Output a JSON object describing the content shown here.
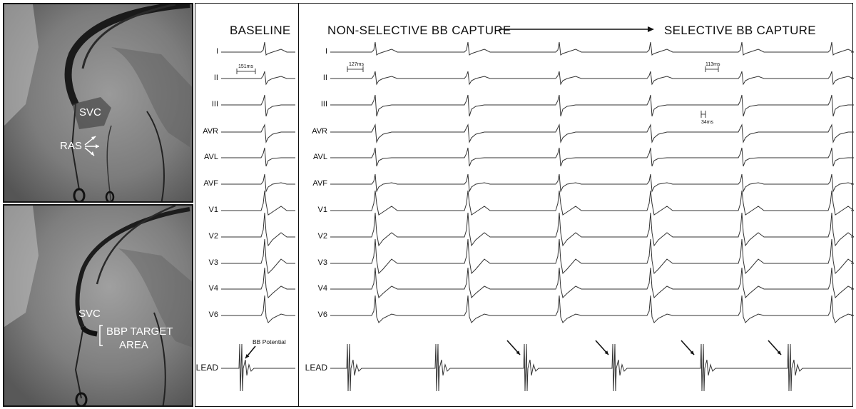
{
  "fluoroscopy": {
    "top": {
      "svc_label": "SVC",
      "ras_label": "RAS"
    },
    "bottom": {
      "svc_label": "SVC",
      "target_label_line1": "BBP TARGET",
      "target_label_line2": "AREA"
    }
  },
  "baseline_panel": {
    "title": "BASELINE",
    "interval_label": "151ms",
    "bb_potential_label": "BB Potential",
    "lead_label": "LEAD"
  },
  "capture_panel": {
    "title_left": "NON-SELECTIVE BB CAPTURE",
    "title_right": "SELECTIVE BB CAPTURE",
    "interval_ii_left": "127ms",
    "interval_ii_right": "113ms",
    "interval_iii": "34ms",
    "lead_label": "LEAD"
  },
  "leads": [
    "I",
    "II",
    "III",
    "AVR",
    "AVL",
    "AVF",
    "V1",
    "V2",
    "V3",
    "V4",
    "V6"
  ],
  "colors": {
    "trace": "#333333",
    "frame": "#111111",
    "fluoro_label": "#ffffff"
  }
}
